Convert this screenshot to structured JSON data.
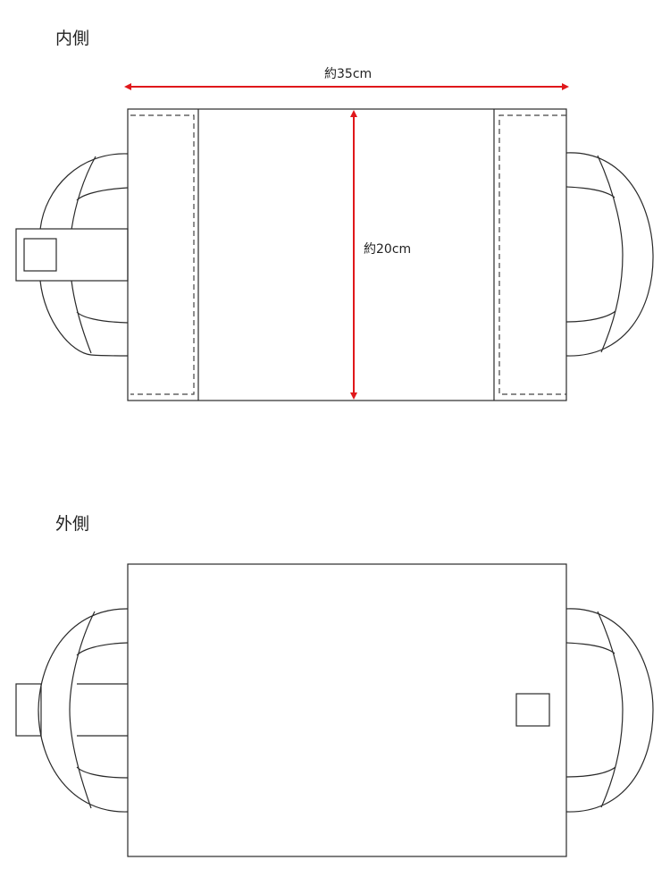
{
  "sections": {
    "inner": {
      "title": "内側"
    },
    "outer": {
      "title": "外側"
    }
  },
  "dimensions": {
    "width": {
      "label": "約35cm",
      "color": "#e0181b"
    },
    "height": {
      "label": "約20cm",
      "color": "#e0181b"
    }
  },
  "colors": {
    "line": "#2a2a2a",
    "dash": "#444444",
    "arrow": "#e0181b",
    "background": "#ffffff"
  }
}
